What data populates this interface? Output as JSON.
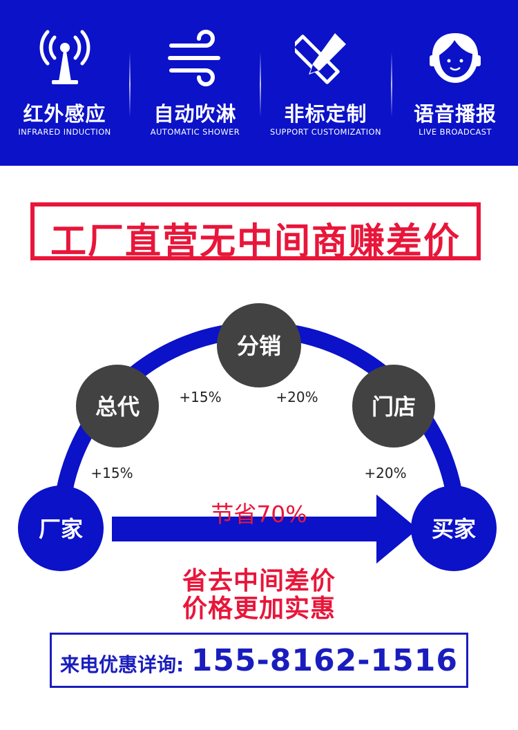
{
  "features": [
    {
      "cn": "红外感应",
      "en": "INFRARED INDUCTION",
      "icon": "antenna-icon"
    },
    {
      "cn": "自动吹淋",
      "en": "AUTOMATIC SHOWER",
      "icon": "wind-icon"
    },
    {
      "cn": "非标定制",
      "en": "SUPPORT CUSTOMIZATION",
      "icon": "pencil-ruler-icon"
    },
    {
      "cn": "语音播报",
      "en": "LIVE BROADCAST",
      "icon": "headset-agent-icon"
    }
  ],
  "headline": "工厂直营无中间商赚差价",
  "chain": {
    "nodes": [
      "厂家",
      "总代",
      "分销",
      "门店",
      "买家"
    ],
    "markups": [
      "+15%",
      "+15%",
      "+20%",
      "+20%"
    ]
  },
  "savings": {
    "title": "节省70%",
    "line1": "省去中间差价",
    "line2": "价格更加实惠"
  },
  "contact": {
    "label": "来电优惠详询:",
    "phone": "155-8162-1516"
  },
  "colors": {
    "band": "#0b12c8",
    "accent_red": "#e8163a",
    "node_gray": "#424242",
    "node_blue": "#0b12c8"
  }
}
